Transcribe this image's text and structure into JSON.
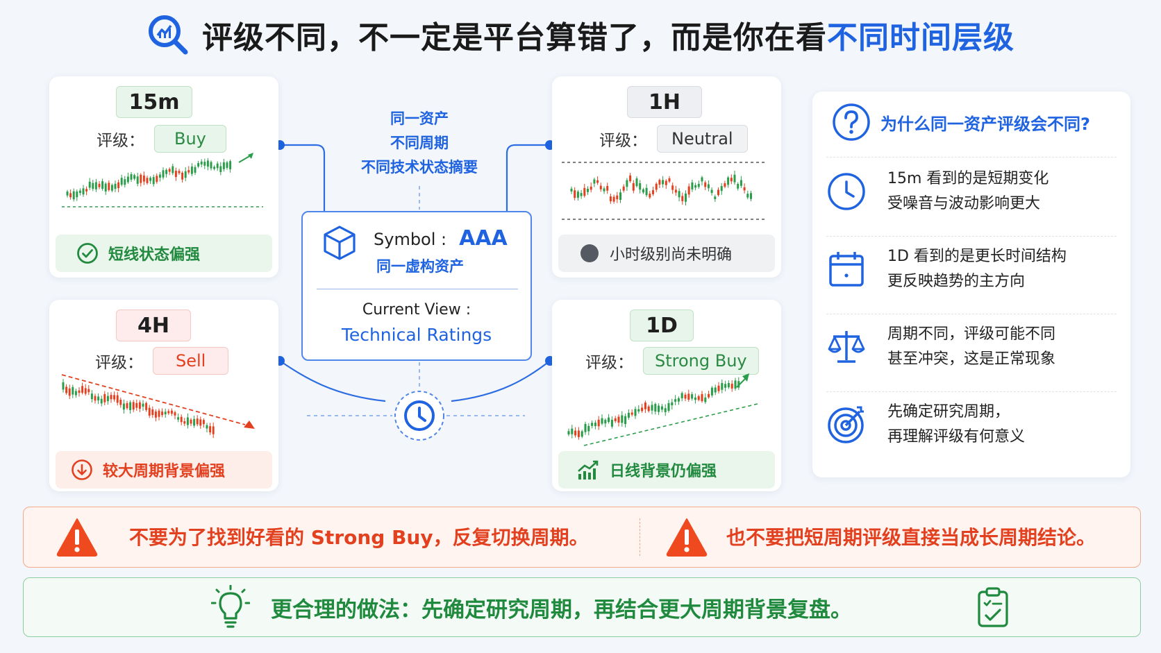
{
  "title": {
    "main": "评级不同，不一定是平台算错了，而是你在看",
    "highlight": "不同时间层级"
  },
  "colors": {
    "blue": "#1f63e0",
    "green": "#2a9d4a",
    "red": "#e2401f",
    "gray": "#555555"
  },
  "panels": [
    {
      "timeframe": "15m",
      "rating_label": "评级：",
      "rating": "Buy",
      "status": "短线状态偏强",
      "status_icon": "check-circle-icon"
    },
    {
      "timeframe": "1H",
      "rating_label": "评级：",
      "rating": "Neutral",
      "status": "小时级别尚未明确",
      "status_icon": "gray-dot-icon"
    },
    {
      "timeframe": "4H",
      "rating_label": "评级：",
      "rating": "Sell",
      "status": "较大周期背景偏强",
      "status_icon": "arrow-down-circle-icon"
    },
    {
      "timeframe": "1D",
      "rating_label": "评级：",
      "rating": "Strong Buy",
      "status": "日线背景仍偏强",
      "status_icon": "growth-chart-icon"
    }
  ],
  "center": {
    "lines": [
      "同一资产",
      "不同周期",
      "不同技术状态摘要"
    ],
    "symbol_label": "Symbol :",
    "symbol_value": "AAA",
    "symbol_sub": "同一虚构资产",
    "view_label": "Current View :",
    "view_value": "Technical Ratings"
  },
  "why": {
    "heading": "为什么同一资产评级会不同?",
    "items": [
      {
        "icon": "clock-icon",
        "line1": "15m 看到的是短期变化",
        "line2": "受噪音与波动影响更大"
      },
      {
        "icon": "calendar-icon",
        "line1": "1D 看到的是更长时间结构",
        "line2": "更反映趋势的主方向"
      },
      {
        "icon": "scale-icon",
        "line1": "周期不同，评级可能不同",
        "line2": "甚至冲突，这是正常现象"
      },
      {
        "icon": "target-icon",
        "line1": "先确定研究周期，",
        "line2": "再理解评级有何意义"
      }
    ]
  },
  "warnings": [
    "不要为了找到好看的 Strong Buy，反复切换周期。",
    "也不要把短周期评级直接当成长周期结论。"
  ],
  "tip": "更合理的做法：先确定研究周期，再结合更大周期背景复盘。"
}
